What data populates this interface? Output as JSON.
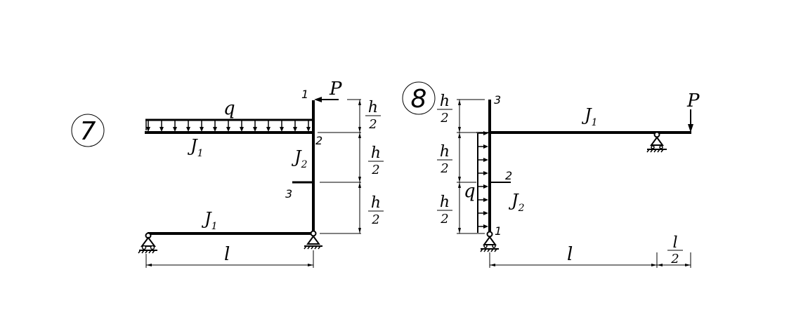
{
  "diagrams": [
    {
      "number": "7",
      "load": "q",
      "force": "P",
      "beam_inertia_top": "J",
      "beam_inertia_top_sub": "1",
      "column_inertia": "J",
      "column_inertia_sub": "2",
      "beam_inertia_bottom": "J",
      "beam_inertia_bottom_sub": "1",
      "node_1": "1",
      "node_2": "2",
      "node_3": "3",
      "span": "l",
      "dim_num": "h",
      "dim_den": "2"
    },
    {
      "number": "8",
      "load": "q",
      "force": "P",
      "beam_inertia": "J",
      "beam_inertia_sub": "1",
      "column_inertia": "J",
      "column_inertia_sub": "2",
      "node_1": "1",
      "node_2": "2",
      "node_3": "3",
      "span": "l",
      "overhang_num": "l",
      "overhang_den": "2",
      "dim_num": "h",
      "dim_den": "2"
    }
  ]
}
